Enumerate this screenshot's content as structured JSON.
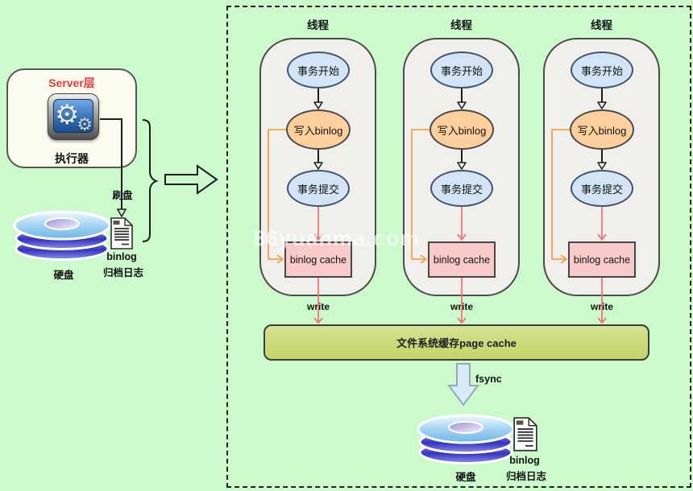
{
  "watermark": {
    "text": "86yuanma.com"
  },
  "left_panel": {
    "server_box": {
      "title": "Server层",
      "executor_label": "执行器"
    },
    "flush_label": "刷盘",
    "disk_label": "硬盘",
    "binlog_label": "binlog",
    "archive_label": "归档日志"
  },
  "threads": [
    {
      "title": "线程",
      "start": "事务开始",
      "write_binlog": "写入binlog",
      "commit": "事务提交",
      "cache": "binlog cache",
      "write": "write"
    },
    {
      "title": "线程",
      "start": "事务开始",
      "write_binlog": "写入binlog",
      "commit": "事务提交",
      "cache": "binlog cache",
      "write": "write"
    },
    {
      "title": "线程",
      "start": "事务开始",
      "write_binlog": "写入binlog",
      "commit": "事务提交",
      "cache": "binlog cache",
      "write": "write"
    }
  ],
  "page_cache": {
    "label": "文件系统缓存page cache"
  },
  "fsync_label": "fsync",
  "bottom": {
    "disk_label": "硬盘",
    "binlog_label": "binlog",
    "archive_label": "归档日志"
  },
  "colors": {
    "background": "#ccfacc",
    "thread_body": "#f0efec",
    "ellipse_blue": "#d3e4f6",
    "ellipse_orange": "#fccf9d",
    "cache_pink": "#f8caca",
    "page_cache_green": "#c9da72",
    "red_arrow": "#f17575",
    "orange_arrow": "#f4a14b",
    "server_title_red": "#e8393c",
    "disk_blue": "#7cc0ec"
  }
}
